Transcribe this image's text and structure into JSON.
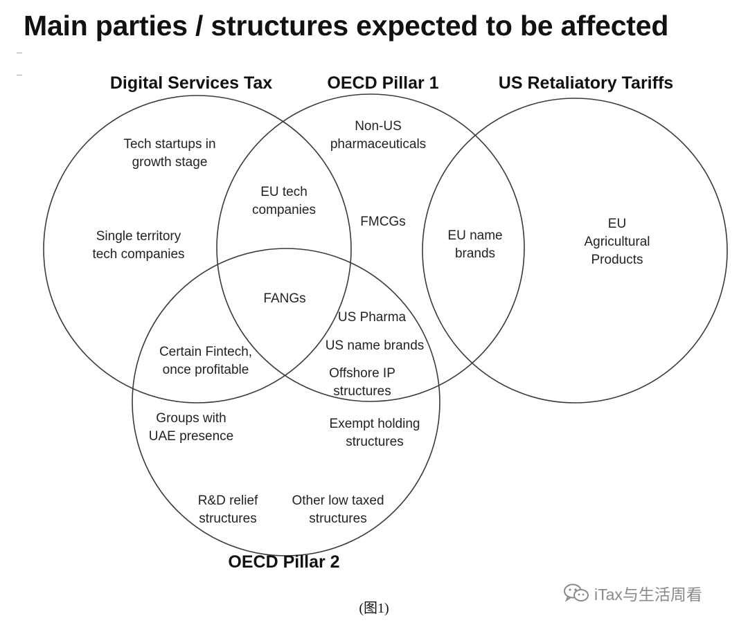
{
  "title": "Main parties / structures expected to be affected",
  "sets": {
    "dst": "Digital Services Tax",
    "p1": "OECD Pillar 1",
    "us": "US Retaliatory Tariffs",
    "p2": "OECD Pillar 2"
  },
  "items": {
    "tech_startups": "Tech startups in\ngrowth stage",
    "single_territory": "Single territory\ntech companies",
    "non_us_pharma": "Non-US\npharmaceuticals",
    "eu_tech": "EU tech\ncompanies",
    "fmcgs": "FMCGs",
    "eu_name_brands": "EU name\nbrands",
    "eu_agri": "EU\nAgricultural\nProducts",
    "fangs": "FANGs",
    "us_pharma": "US Pharma",
    "us_name_brands": "US name brands",
    "offshore_ip": "Offshore IP\nstructures",
    "fintech": "Certain Fintech,\nonce profitable",
    "uae": "Groups with\nUAE presence",
    "exempt_holding": "Exempt holding\nstructures",
    "rd_relief": "R&D relief\nstructures",
    "other_low_taxed": "Other low taxed\nstructures"
  },
  "caption": "(图1)",
  "watermark": "iTax与生活周看",
  "watermark_icon": "wechat-icon",
  "colors": {
    "line": "#3a3a3a",
    "text": "#1a1a1a",
    "watermark": "#8a8a8a"
  }
}
